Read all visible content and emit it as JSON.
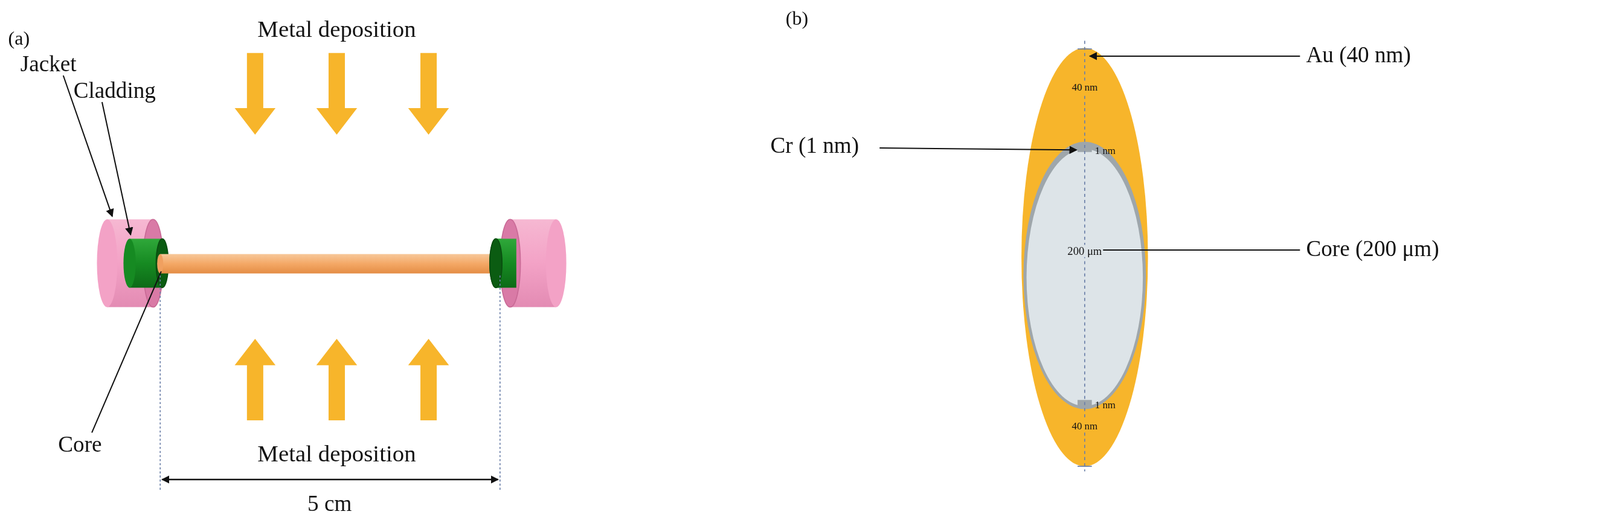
{
  "diagram": {
    "labels": [
      "(a)",
      "Jacket",
      "Cladding",
      "Metal deposition",
      "Metal deposition",
      "Core",
      "5 cm",
      "(b)",
      "Cr (1 nm)",
      "Au (40 nm)",
      "Core (200 μm)",
      "40 nm",
      "1 nm",
      "200 μm",
      "1 nm",
      "40 nm"
    ]
  }
}
